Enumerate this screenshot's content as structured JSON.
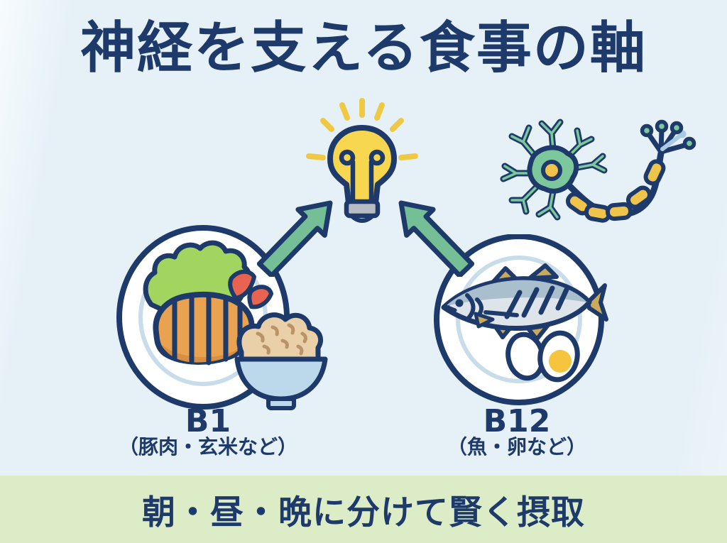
{
  "title": "神経を支える食事の軸",
  "sources": [
    {
      "vitamin": "B1",
      "foods": "（豚肉・玄米など）",
      "icon": "pork-cutlet-meal-plate-icon"
    },
    {
      "vitamin": "B12",
      "foods": "（魚・卵など）",
      "icon": "fish-and-eggs-meal-plate-icon"
    }
  ],
  "banner": {
    "text": "朝・昼・晩に分けて賢く摂取"
  },
  "icons": {
    "center": "lightbulb-icon",
    "decoration": "neuron-icon",
    "left_arrow": "arrow-up-right-icon",
    "right_arrow": "arrow-up-left-icon"
  },
  "colors": {
    "navy": "#1d3a6b",
    "background": "#e6f1f7",
    "banner_bg": "#dcecc6",
    "arrow_green": "#75bf97",
    "bulb_yellow": "#f6d74f",
    "ray_yellow": "#f0c944",
    "base_gray": "#b6bcc1",
    "lettuce_green": "#a2d55f",
    "cutlet_orange": "#e9a24f",
    "cutlet_shadow": "#d88f3f",
    "tomato_red": "#e96450",
    "rice_tan": "#e9d0a9",
    "rice_grain": "#b9946a",
    "bowl_blue": "#bcd9ec",
    "plate_white": "#ffffff",
    "plate_rim": "#c8dcea",
    "fish_gray": "#a9bfce",
    "fish_belly": "#dde4ea",
    "fin_tan": "#c9a95f",
    "yolk_yellow": "#f6c53d",
    "neuron_green": "#7cc79c",
    "myelin_yellow": "#f0c44a",
    "accent_lightblue": "#aac9e2"
  }
}
